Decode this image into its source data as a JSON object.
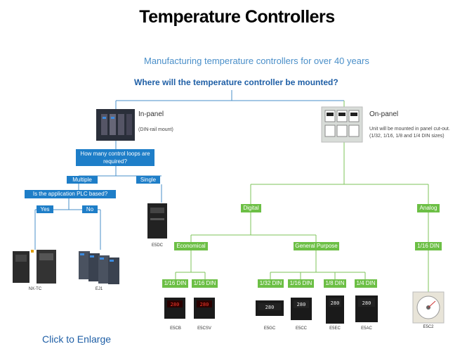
{
  "title": "Temperature Controllers",
  "subtitle": "Manufacturing temperature controllers for over 40 years",
  "question": "Where will the temperature controller be mounted?",
  "in_panel": {
    "label": "In-panel",
    "note": "(DIN-rail mount)",
    "loops_q": "How many control loops are required?",
    "multiple": "Multiple",
    "single": "Single",
    "plc_q": "Is the application PLC based?",
    "yes": "Yes",
    "no": "No",
    "products": {
      "nxtc": "NX-TC",
      "ej1": "EJ1",
      "e5dc": "E5DC"
    }
  },
  "on_panel": {
    "label": "On-panel",
    "note1": "Unit will be mounted in panel cut-out.",
    "note2": "(1/32, 1/16, 1/8 and 1/4 DIN sizes)",
    "digital": "Digital",
    "analog": "Analog",
    "economical": "Economical",
    "general": "General Purpose",
    "analog_din": "1/16 DIN",
    "eco_dins": [
      "1/16 DIN",
      "1/16 DIN"
    ],
    "gp_dins": [
      "1/32 DIN",
      "1/16 DIN",
      "1/8 DIN",
      "1/4 DIN"
    ],
    "products": {
      "e5cb": "E5CB",
      "e5csv": "E5CSV",
      "e5gc": "E5GC",
      "e5cc": "E5CC",
      "e5ec": "E5EC",
      "e5ac": "E5AC",
      "e5c2": "E5C2"
    }
  },
  "enlarge": "Click to Enlarge",
  "colors": {
    "blue": "#1e7ec8",
    "green": "#6cbf45",
    "line_blue": "#4a8fc9",
    "line_green": "#7cc35a"
  }
}
